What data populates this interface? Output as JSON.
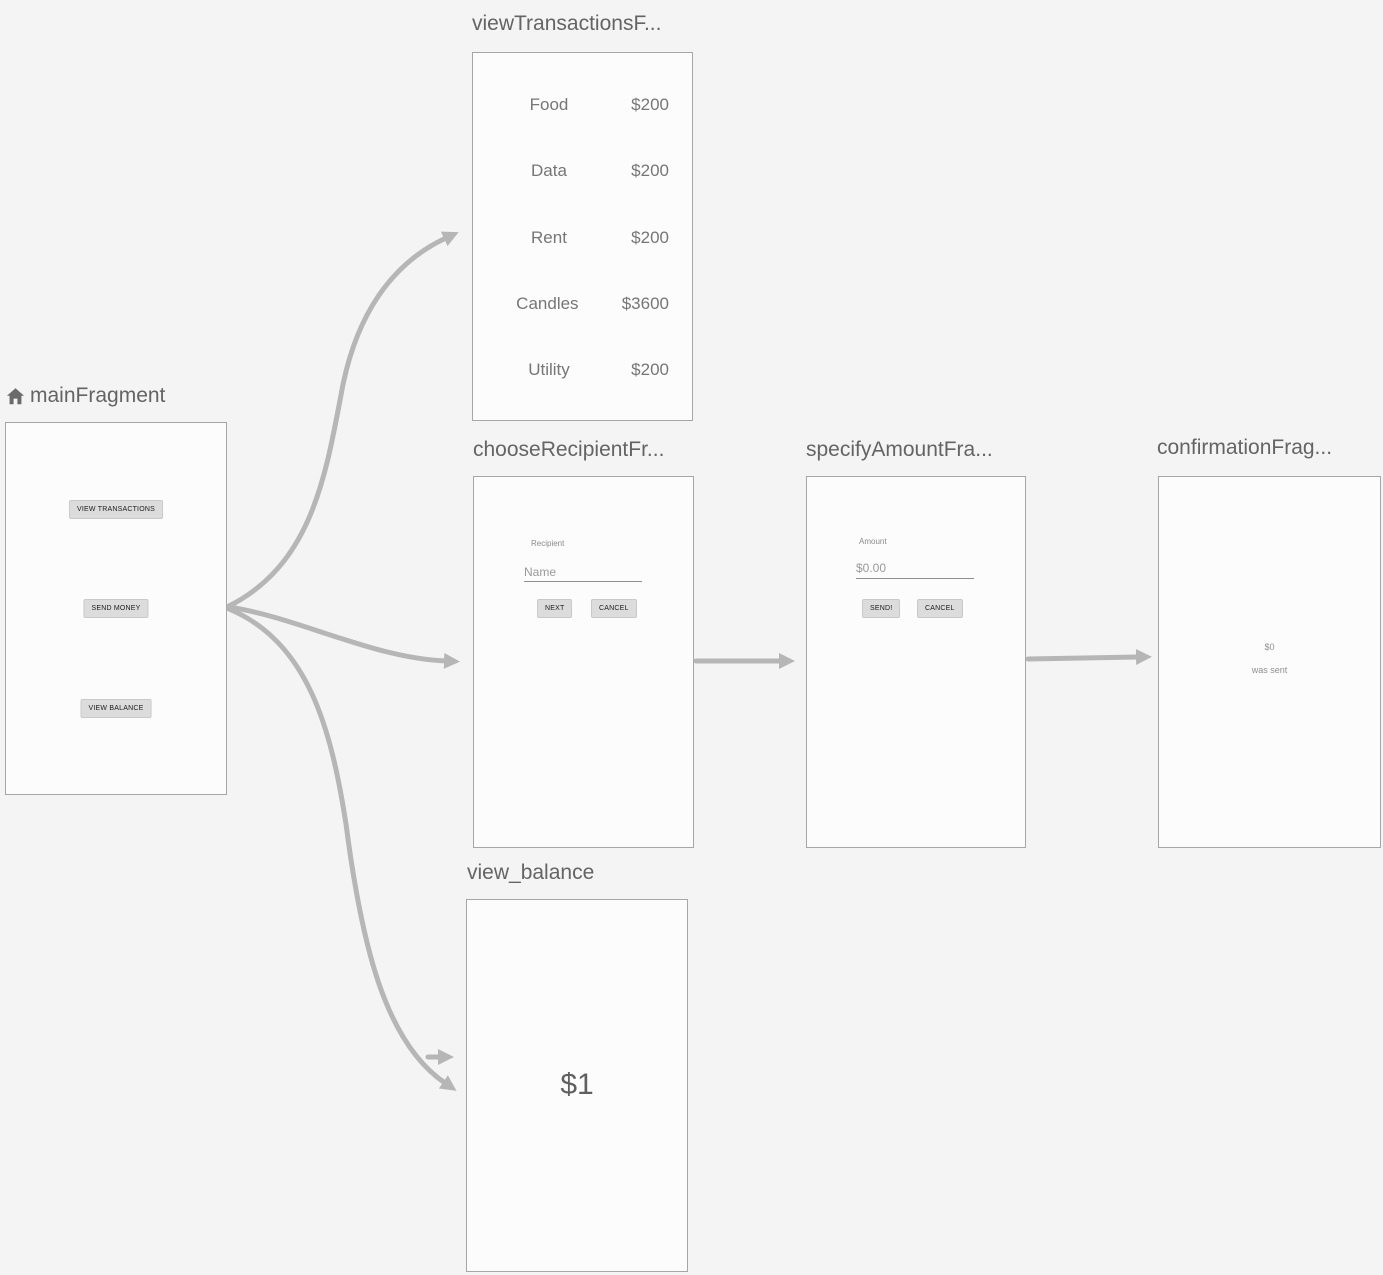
{
  "fragments": {
    "main": {
      "label": "mainFragment",
      "buttons": {
        "view_transactions": "VIEW TRANSACTIONS",
        "send_money": "SEND MONEY",
        "view_balance": "VIEW BALANCE"
      }
    },
    "view_transactions": {
      "label": "viewTransactionsF...",
      "transactions": [
        {
          "name": "Food",
          "amount": "$200"
        },
        {
          "name": "Data",
          "amount": "$200"
        },
        {
          "name": "Rent",
          "amount": "$200"
        },
        {
          "name": "Candles",
          "amount": "$3600"
        },
        {
          "name": "Utility",
          "amount": "$200"
        }
      ]
    },
    "choose_recipient": {
      "label": "chooseRecipientFr...",
      "field_label": "Recipient",
      "field_hint": "Name",
      "next_button": "NEXT",
      "cancel_button": "CANCEL"
    },
    "specify_amount": {
      "label": "specifyAmountFra...",
      "field_label": "Amount",
      "field_hint": "$0.00",
      "send_button": "SEND!",
      "cancel_button": "CANCEL"
    },
    "confirmation": {
      "label": "confirmationFrag...",
      "amount_text": "$0",
      "message_text": "was sent"
    },
    "view_balance": {
      "label": "view_balance",
      "balance_text": "$1"
    }
  },
  "connections": [
    {
      "from": "mainFragment",
      "to": "viewTransactionsF..."
    },
    {
      "from": "mainFragment",
      "to": "chooseRecipientFr..."
    },
    {
      "from": "mainFragment",
      "to": "view_balance"
    },
    {
      "from": "chooseRecipientFr...",
      "to": "specifyAmountFra..."
    },
    {
      "from": "specifyAmountFra...",
      "to": "confirmationFrag..."
    },
    {
      "from": "(global action)",
      "to": "view_balance"
    }
  ],
  "colors": {
    "canvas_bg": "#f4f4f4",
    "screen_bg": "#fcfcfc",
    "screen_border": "#a6a6a6",
    "arrow": "#b6b6b6",
    "label_text": "#646464",
    "preview_text": "#767676",
    "button_bg": "#dcdcdc"
  }
}
